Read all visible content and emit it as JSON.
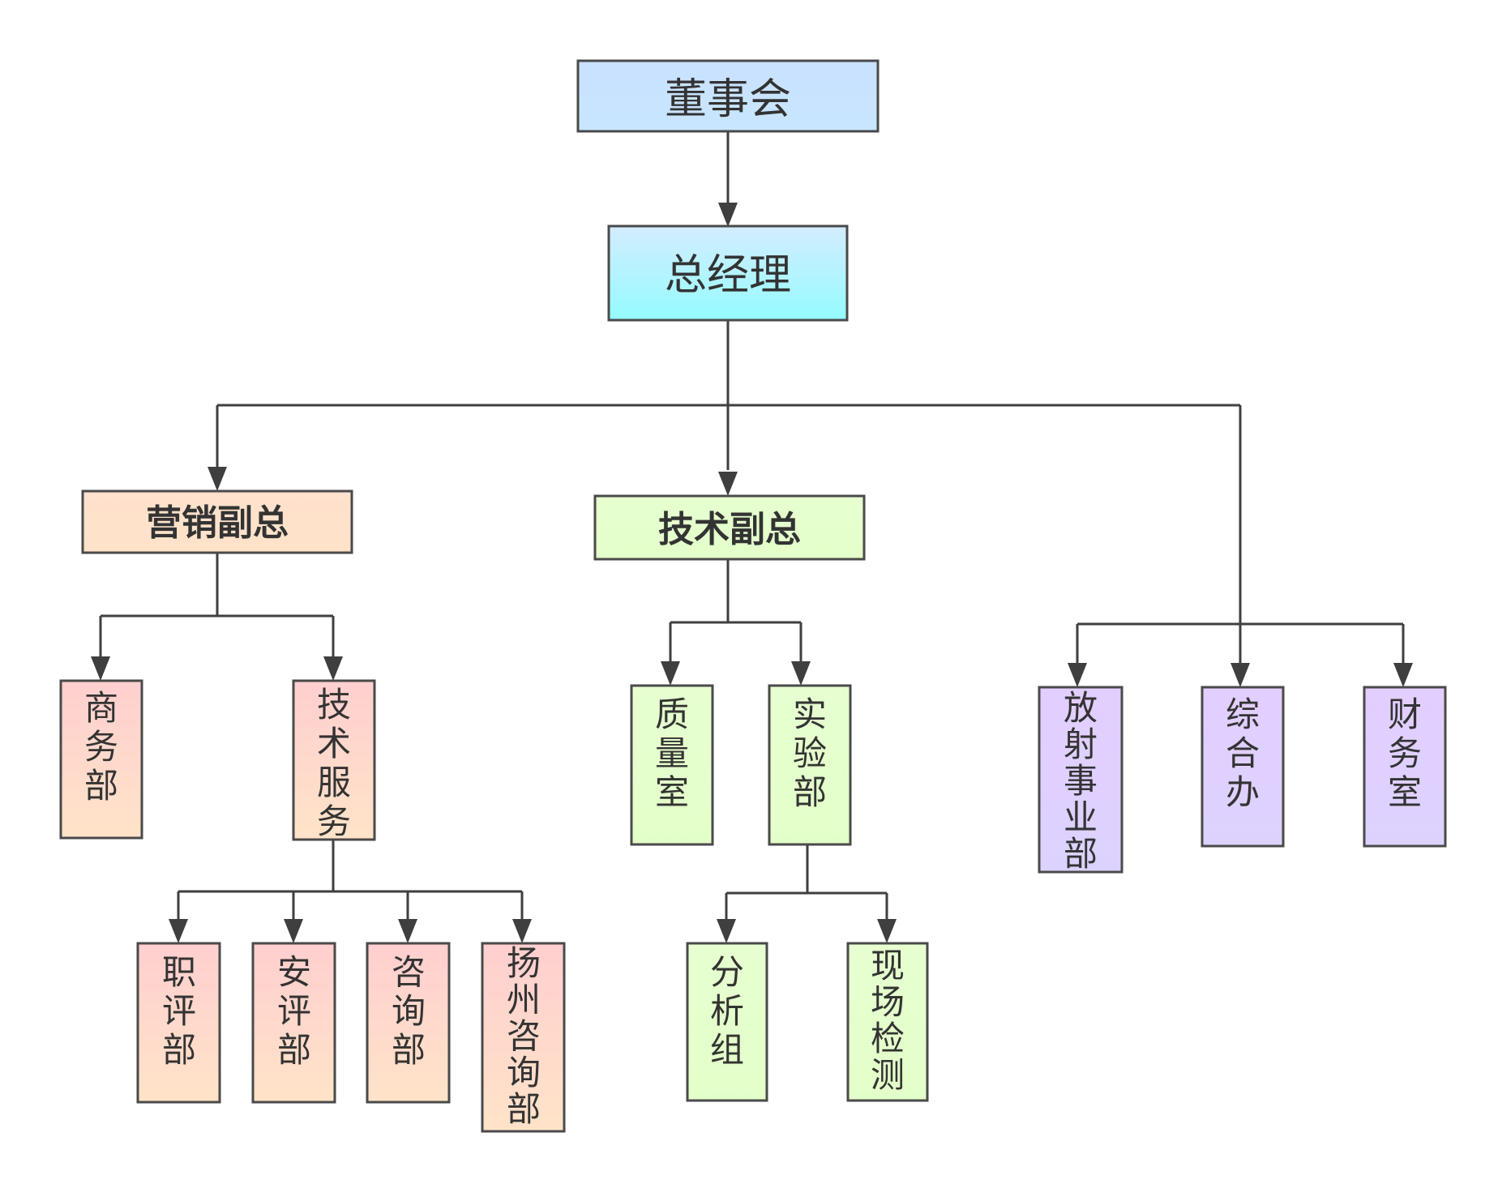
{
  "nodes": {
    "board": {
      "label": "董事会"
    },
    "general_manager": {
      "label": "总经理"
    },
    "marketing_vp": {
      "label": "营销副总"
    },
    "tech_vp": {
      "label": "技术副总"
    },
    "business_dept": {
      "label": "商务部"
    },
    "tech_service": {
      "label": "技术服务"
    },
    "quality_room": {
      "label": "质量室"
    },
    "lab_dept": {
      "label": "实验部"
    },
    "radiation_dept": {
      "label": "放射事业部"
    },
    "general_office": {
      "label": "综合办"
    },
    "finance_room": {
      "label": "财务室"
    },
    "occupational_dept": {
      "label": "职评部"
    },
    "safety_dept": {
      "label": "安评部"
    },
    "consulting_dept": {
      "label": "咨询部"
    },
    "yangzhou_consulting_dept": {
      "label": "扬州咨询部"
    },
    "analysis_group": {
      "label": "分析组"
    },
    "onsite_testing": {
      "label": "现场检测"
    }
  }
}
